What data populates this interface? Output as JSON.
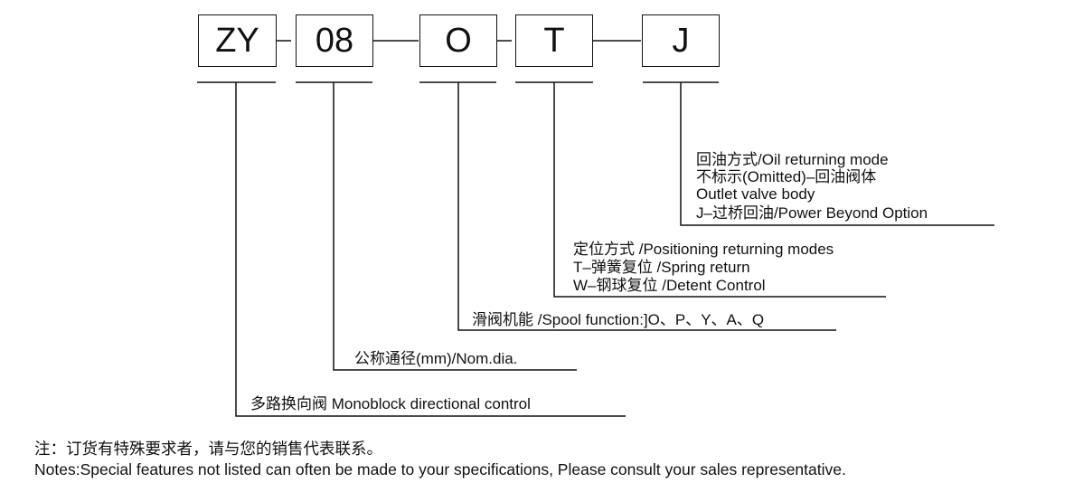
{
  "code": {
    "segments": [
      "ZY",
      "08",
      "O",
      "T",
      "J"
    ]
  },
  "legend": {
    "return_mode": {
      "line1": "回油方式/Oil returning mode",
      "line2": " 不标示(Omitted)–回油阀体",
      "line3": "Outlet valve body",
      "line4": "J–过桥回油/Power Beyond Option"
    },
    "positioning": {
      "line1": "定位方式 /Positioning returning modes",
      "line2": "T–弹簧复位 /Spring return",
      "line3": "W–钢球复位 /Detent Control"
    },
    "spool": {
      "line1": "滑阀机能 /Spool function:]O、P、Y、A、Q"
    },
    "nominal": {
      "line1": "公称通径(mm)/Nom.dia."
    },
    "type": {
      "line1": "多路换向阀 Monoblock directional control"
    }
  },
  "notes": {
    "cn": "注：订货有特殊要求者，请与您的销售代表联系。",
    "en": "Notes:Special features not listed can often be made to your specifications, Please consult your sales representative."
  }
}
